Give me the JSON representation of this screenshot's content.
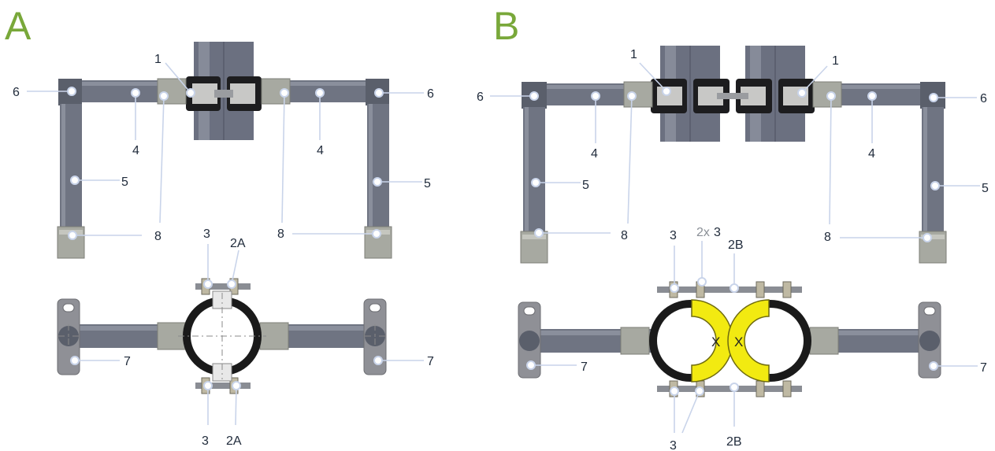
{
  "panels": {
    "a": {
      "letter": "A"
    },
    "b": {
      "letter": "B"
    }
  },
  "colors": {
    "panel_letter": "#79a83a",
    "pipe": "#6f7482",
    "fitting": "#a7a9a1",
    "clamp": "#1d1d1f",
    "filler_insert": "#f2ea11",
    "leader": "#c9d4ea"
  },
  "labels": {
    "a": {
      "n1": "1",
      "n6_left": "6",
      "n6_right": "6",
      "n4_left": "4",
      "n4_right": "4",
      "n5_left": "5",
      "n5_right": "5",
      "n8_left": "8",
      "n8_right": "8",
      "n3_top": "3",
      "n2A_top": "2A",
      "n3_bottom": "3",
      "n2A_bottom": "2A",
      "n7_left": "7",
      "n7_right": "7"
    },
    "b": {
      "n1_left": "1",
      "n1_right": "1",
      "n6_left": "6",
      "n6_right": "6",
      "n4_left": "4",
      "n4_right": "4",
      "n5_left": "5",
      "n5_right": "5",
      "n8_left": "8",
      "n8_right": "8",
      "n3_top": "3",
      "mult_prefix": "2x",
      "n3_mult": "3",
      "n2B_top": "2B",
      "n3_bottom": "3",
      "n2B_bottom": "2B",
      "n7_left": "7",
      "n7_right": "7",
      "insert_mark_left": "X",
      "insert_mark_right": "X"
    }
  },
  "icons": {
    "callout_marker": "circle-marker-icon",
    "centre_mark": "crosshair-icon"
  }
}
